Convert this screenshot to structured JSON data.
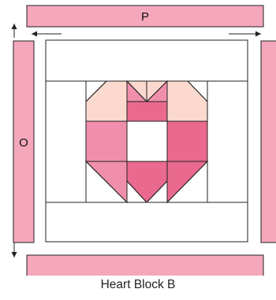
{
  "labels": {
    "top_strip": "P",
    "side_strip": "O"
  },
  "caption": "Heart Block B",
  "colors": {
    "strip_pink": "#f4a7bb",
    "heart_light": "#fbd9cf",
    "heart_medium": "#f08fac",
    "heart_dark": "#e9698f",
    "heart_center": "#ffffff",
    "block_bg": "#ffffff",
    "outline": "#222222"
  }
}
